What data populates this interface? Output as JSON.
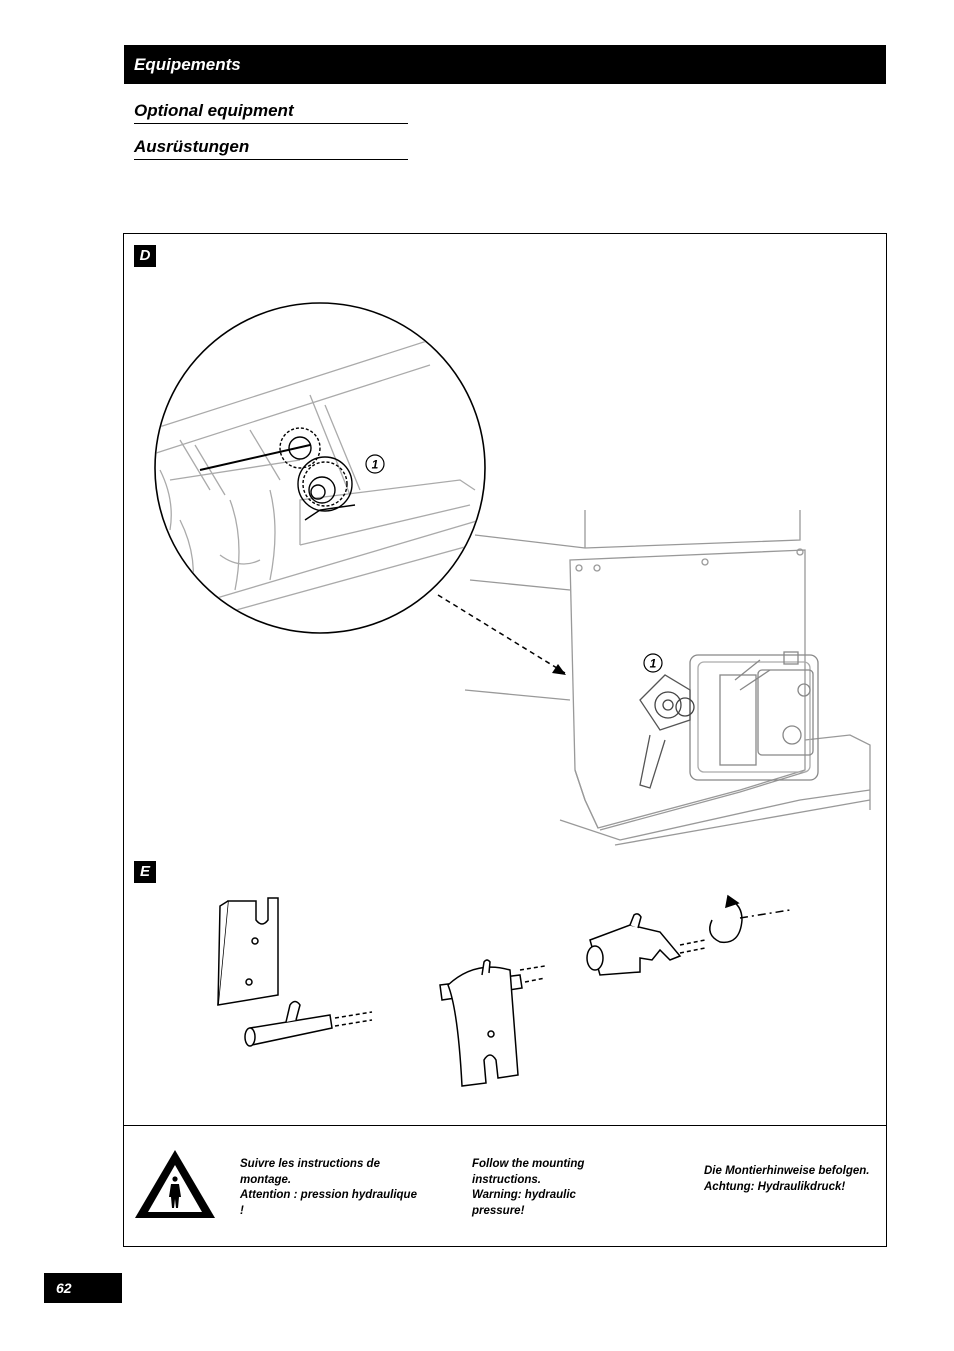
{
  "header": {
    "title": "Equipements"
  },
  "subtitles": {
    "english": "Optional equipment",
    "german": "Ausrüstungen"
  },
  "sections": {
    "d_label": "D",
    "e_label": "E"
  },
  "callouts": {
    "detail": "1",
    "machine": "1"
  },
  "warning": {
    "french": "Suivre les instructions de montage.\nAttention : pression hydraulique !",
    "english": "Follow the mounting instructions.\nWarning: hydraulic pressure!",
    "german": "Die Montierhinweise befolgen.\nAchtung: Hydraulikdruck!"
  },
  "page": {
    "number": "62"
  }
}
